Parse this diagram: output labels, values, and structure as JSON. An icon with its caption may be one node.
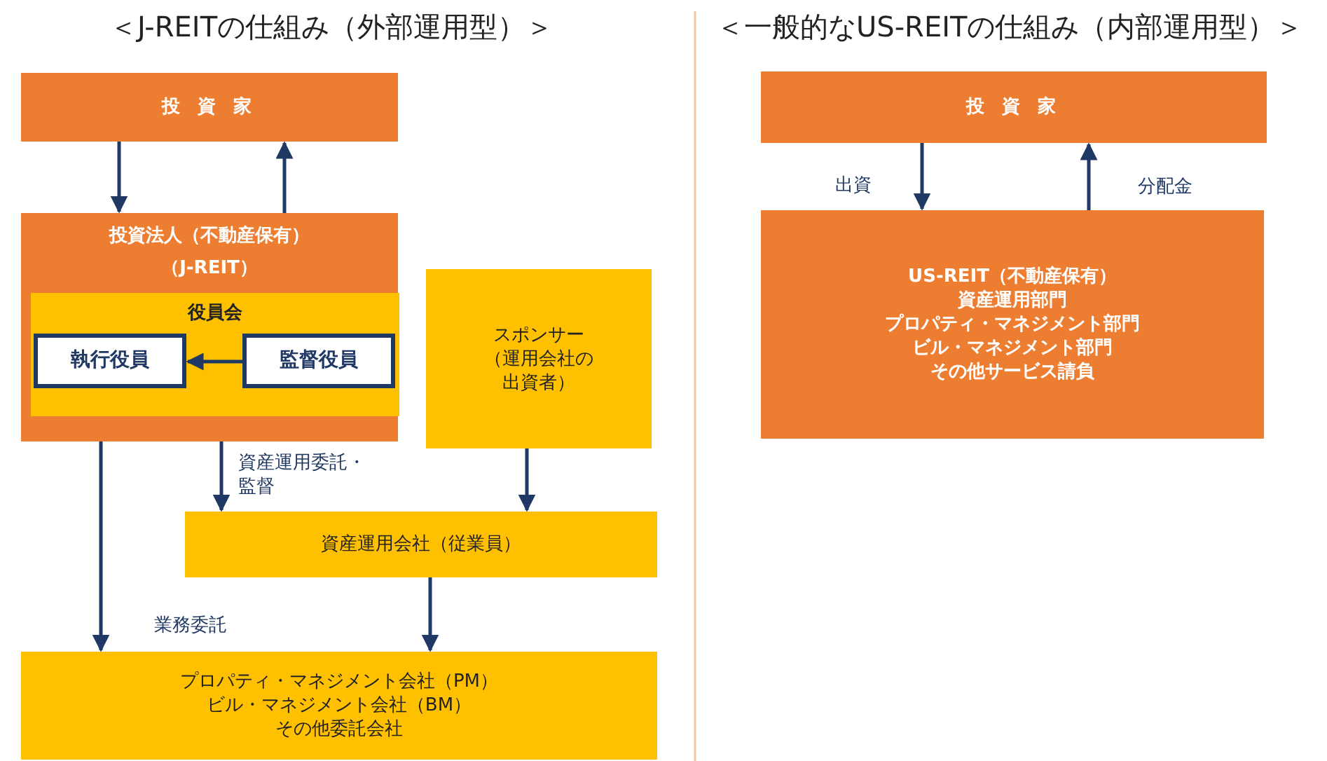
{
  "diagram": {
    "nodes": [
      {
        "text": [
          "投 資 家"
        ]
      },
      {
        "text": [
          "投資法人（不動産保有）",
          "（J-REIT）"
        ]
      },
      {
        "text": [
          "役員会"
        ],
        "in": 1
      },
      {
        "text": [
          "執行役員"
        ],
        "in": 2
      },
      {
        "text": [
          "監督役員"
        ],
        "in": 2
      },
      {
        "text": [
          "スポンサー（運用会社の出資者）"
        ]
      },
      {
        "text": [
          "資産運用会社（従業員）"
        ]
      },
      {
        "text": [
          "プロパティ・マネジメント会社（PM）",
          "ビル・マネジメント会社（BM）",
          "その他委託会社"
        ]
      },
      {
        "text": [
          "投 資 家"
        ]
      },
      {
        "text": [
          "US-REIT（不動産保有）",
          "資産運用部門",
          "プロパティ・マネジメント部門",
          "ビル・マネジメント部門",
          "その他サービス請負"
        ]
      }
    ],
    "edges": [
      {
        "from": 0,
        "to": 1,
        "arrow": "to"
      },
      {
        "from": 1,
        "to": 0,
        "arrow": "to"
      },
      {
        "from": 4,
        "to": 3,
        "arrow": "to"
      },
      {
        "from": 1,
        "to": 6,
        "arrow": "to",
        "label": "資産運用委託・監督"
      },
      {
        "from": 5,
        "to": 6,
        "arrow": "to"
      },
      {
        "from": 1,
        "to": 7,
        "arrow": "to",
        "label": "業務委託"
      },
      {
        "from": 6,
        "to": 7,
        "arrow": "to"
      },
      {
        "from": 8,
        "to": 9,
        "arrow": "to",
        "label": "出資"
      },
      {
        "from": 9,
        "to": 8,
        "arrow": "to",
        "label": "分配金"
      }
    ],
    "labels": [
      "＜J-REITの仕組み（外部運用型）＞",
      "＜一般的なUS-REITの仕組み（内部運用型）＞"
    ]
  }
}
